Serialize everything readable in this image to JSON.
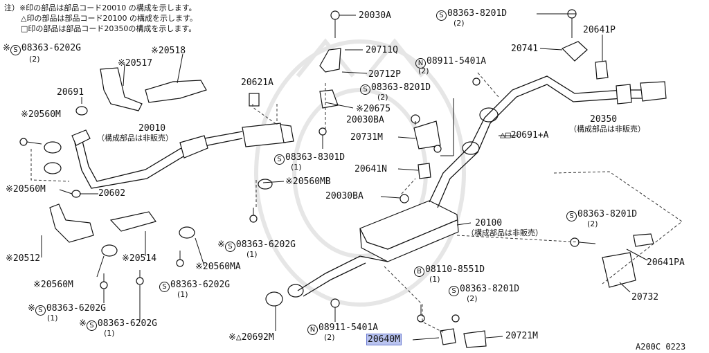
{
  "notes": [
    "注）※印の部品は部品コード20010 の構成を示します。",
    "△印の部品は部品コード20100 の構成を示します。",
    "□印の部品は部品コード20350の構成を示します。"
  ],
  "diagram_code": "A200C 0223",
  "parts": {
    "p20030A": "20030A",
    "p08363_8201D_top": "08363-8201D",
    "p08363_8201D_top_qty": "(2)",
    "p20641P": "20641P",
    "p08363_6202G_tl": "08363-6202G",
    "p08363_6202G_tl_qty": "(2)",
    "p20518": "※20518",
    "p20711Q": "20711Q",
    "p20741": "20741",
    "p20517": "※20517",
    "p08911_5401A_top": "08911-5401A",
    "p08911_5401A_top_qty": "(2)",
    "p20712P": "20712P",
    "p20621A": "20621A",
    "p20691": "20691",
    "p08363_8201D_mid": "08363-8201D",
    "p08363_8201D_mid_qty": "(2)",
    "p20675": "※20675",
    "p20560M_a": "※20560M",
    "p20030BA_top": "20030BA",
    "p20350": "20350",
    "p20350_note": "（構成部品は非販売）",
    "p20010": "20010",
    "p20010_note": "（構成部品は非販売）",
    "p20731M": "20731M",
    "p20691A": "△□20691+A",
    "p08363_8301D": "08363-8301D",
    "p08363_8301D_qty": "(1)",
    "p20641N": "20641N",
    "p20560M_b": "※20560M",
    "p20602": "20602",
    "p20560MB": "※20560MB",
    "p20030BA_bot": "20030BA",
    "p08363_8201D_r": "08363-8201D",
    "p08363_8201D_r_qty": "(2)",
    "p20100": "20100",
    "p20100_note": "（構成部品は非販売）",
    "p08363_6202G_m": "08363-6202G",
    "p08363_6202G_m_qty": "(1)",
    "p20641PA": "20641PA",
    "p20512": "※20512",
    "p20514": "※20514",
    "p20560MA": "※20560MA",
    "p08110_8551D": "08110-8551D",
    "p08110_8551D_qty": "(1)",
    "p20560M_c": "※20560M",
    "p08363_6202G_b": "08363-6202G",
    "p08363_6202G_b_qty": "(1)",
    "p08363_8201D_b": "08363-8201D",
    "p08363_8201D_b_qty": "(2)",
    "p20732": "20732",
    "p08363_6202G_l": "08363-6202G",
    "p08363_6202G_l_qty": "(1)",
    "p08363_6202G_bl": "08363-6202G",
    "p08363_6202G_bl_qty": "(1)",
    "p20692M": "※△20692M",
    "p08911_5401A_bot": "08911-5401A",
    "p08911_5401A_bot_qty": "(2)",
    "p20640M": "20640M",
    "p20721M": "20721M"
  },
  "symbols": {
    "s": "S",
    "n": "N",
    "b": "B"
  }
}
